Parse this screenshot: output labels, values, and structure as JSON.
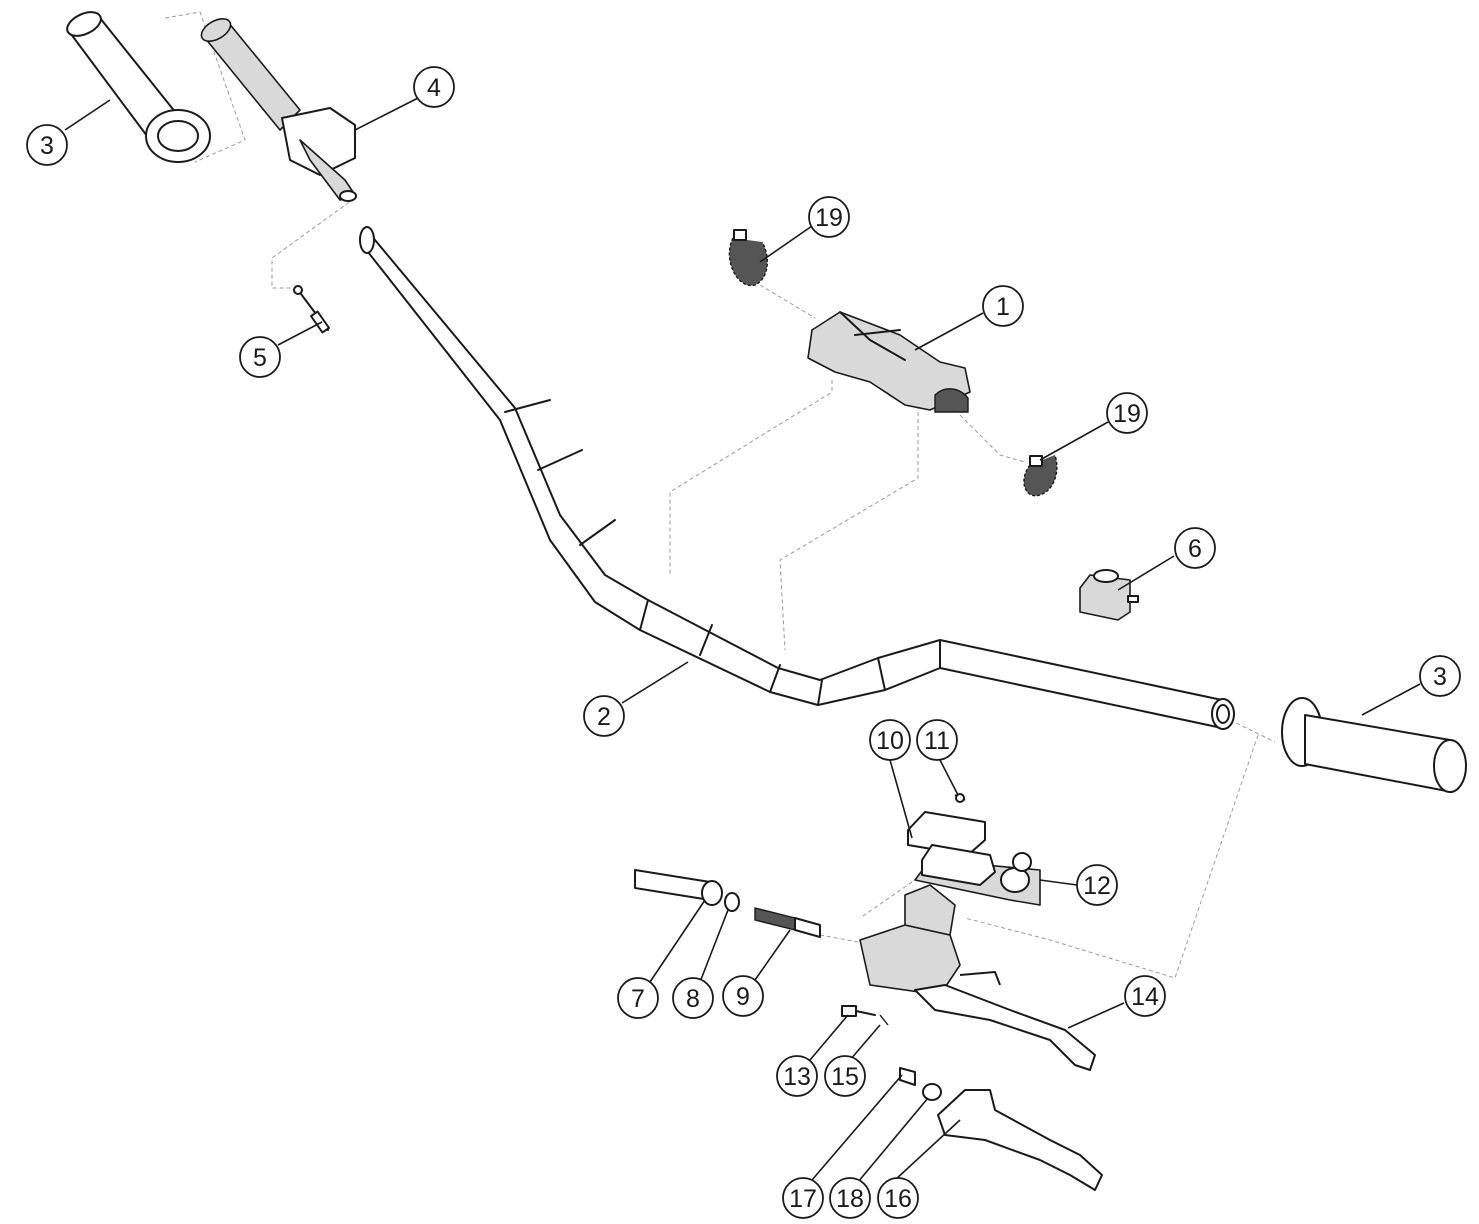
{
  "diagram": {
    "callouts": [
      {
        "id": "c1",
        "label": "1"
      },
      {
        "id": "c2",
        "label": "2"
      },
      {
        "id": "c3a",
        "label": "3"
      },
      {
        "id": "c3b",
        "label": "3"
      },
      {
        "id": "c4",
        "label": "4"
      },
      {
        "id": "c5",
        "label": "5"
      },
      {
        "id": "c6",
        "label": "6"
      },
      {
        "id": "c7",
        "label": "7"
      },
      {
        "id": "c8",
        "label": "8"
      },
      {
        "id": "c9",
        "label": "9"
      },
      {
        "id": "c10",
        "label": "10"
      },
      {
        "id": "c11",
        "label": "11"
      },
      {
        "id": "c12",
        "label": "12"
      },
      {
        "id": "c13",
        "label": "13"
      },
      {
        "id": "c14",
        "label": "14"
      },
      {
        "id": "c15",
        "label": "15"
      },
      {
        "id": "c16",
        "label": "16"
      },
      {
        "id": "c17",
        "label": "17"
      },
      {
        "id": "c18",
        "label": "18"
      },
      {
        "id": "c19a",
        "label": "19"
      },
      {
        "id": "c19b",
        "label": "19"
      }
    ]
  }
}
